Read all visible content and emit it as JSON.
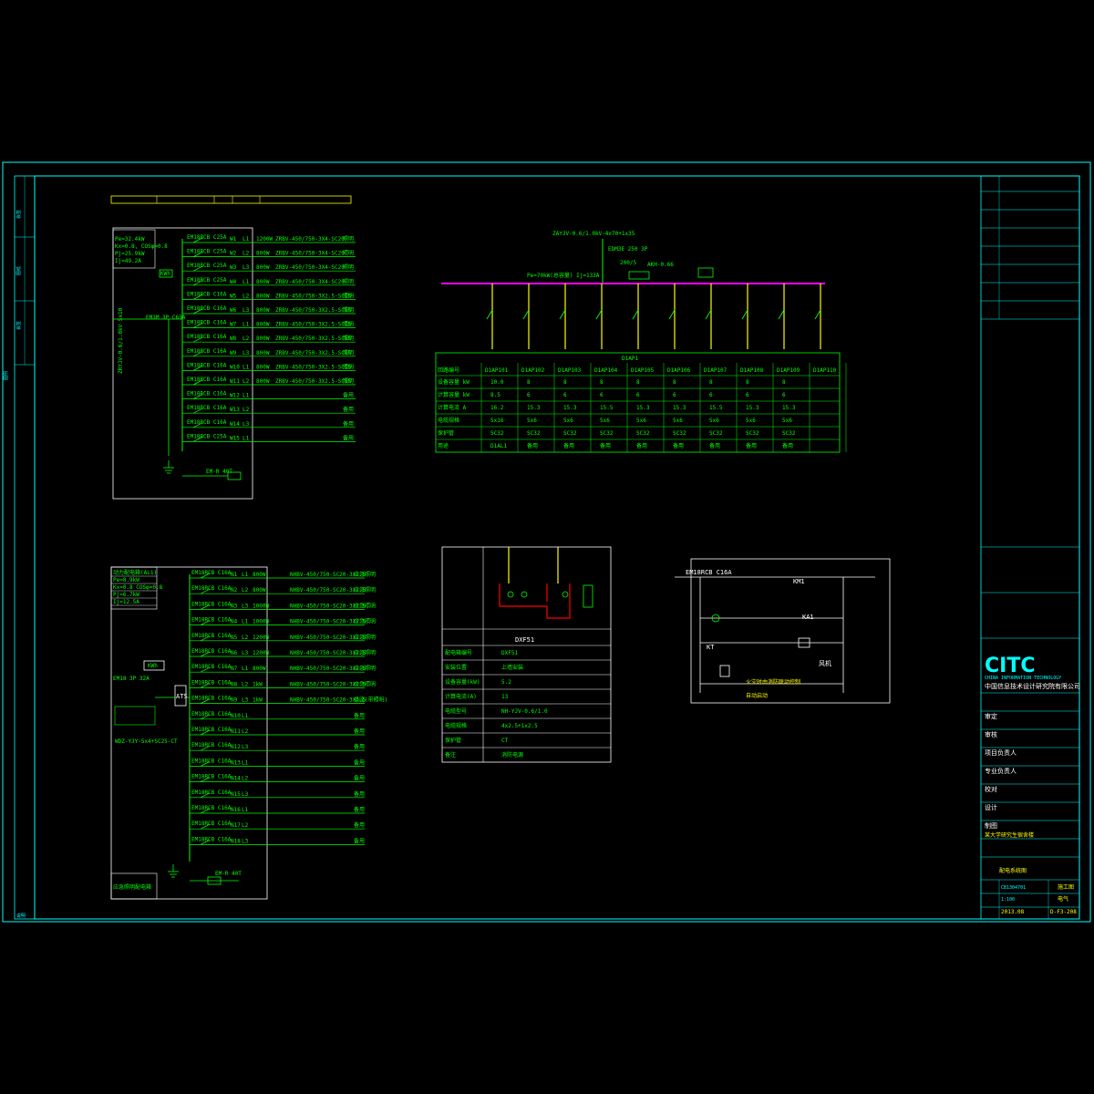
{
  "colors": {
    "background": "#000000",
    "frame": "#00ffff",
    "wire": "#00ff00",
    "text": "#00ff00",
    "busbar": "#ff00ff",
    "feeder": "#ffff00",
    "highlight": "#ff0000"
  },
  "panel_al": {
    "fields": [
      "Pe=32.4kW",
      "Kx=0.8, COSφ=0.8",
      "Pj=25.9kW",
      "Ij=49.2A"
    ],
    "meter": "KWh",
    "main_breaker": "EM3M 3P C63A",
    "incoming_cable": "ZRYJV-0.6/1.0kV 5x10",
    "circuits": [
      {
        "breaker": "EM18RCB C25A",
        "no": "W1",
        "phase": "L1",
        "power": "1200W",
        "cable": "ZRBV-450/750-3X4-SC20",
        "use": "照明"
      },
      {
        "breaker": "EM18RCB C25A",
        "no": "W2",
        "phase": "L2",
        "power": "800W",
        "cable": "ZRBV-450/750-3X4-SC20",
        "use": "照明"
      },
      {
        "breaker": "EM18RCB C25A",
        "no": "W3",
        "phase": "L3",
        "power": "800W",
        "cable": "ZRBV-450/750-3X4-SC20",
        "use": "照明"
      },
      {
        "breaker": "EM18RCB C25A",
        "no": "W4",
        "phase": "L1",
        "power": "800W",
        "cable": "ZRBV-450/750-3X4-SC20",
        "use": "照明"
      },
      {
        "breaker": "EM18RCB C16A",
        "no": "W5",
        "phase": "L2",
        "power": "800W",
        "cable": "ZRBV-450/750-3X2.5-SC15",
        "use": "照明"
      },
      {
        "breaker": "EM18RCB C16A",
        "no": "W6",
        "phase": "L3",
        "power": "800W",
        "cable": "ZRBV-450/750-3X2.5-SC15",
        "use": "照明"
      },
      {
        "breaker": "EM18RCB C16A",
        "no": "W7",
        "phase": "L1",
        "power": "800W",
        "cable": "ZRBV-450/750-3X2.5-SC15",
        "use": "照明"
      },
      {
        "breaker": "EM18RCB C16A",
        "no": "W8",
        "phase": "L2",
        "power": "800W",
        "cable": "ZRBV-450/750-3X2.5-SC15",
        "use": "照明"
      },
      {
        "breaker": "EM18RCB C16A",
        "no": "W9",
        "phase": "L3",
        "power": "800W",
        "cable": "ZRBV-450/750-3X2.5-SC15",
        "use": "照明"
      },
      {
        "breaker": "EM18RCB C16A",
        "no": "W10",
        "phase": "L1",
        "power": "800W",
        "cable": "ZRBV-450/750-3X2.5-SC15",
        "use": "照明"
      },
      {
        "breaker": "EM18RCB C16A",
        "no": "W11",
        "phase": "L2",
        "power": "800W",
        "cable": "ZRBV-450/750-3X2.5-SC15",
        "use": "照明"
      },
      {
        "breaker": "EM18RCB C16A",
        "no": "W12",
        "phase": "L1",
        "power": "",
        "cable": "",
        "use": "备用"
      },
      {
        "breaker": "EM18RCB C16A",
        "no": "W13",
        "phase": "L2",
        "power": "",
        "cable": "",
        "use": "备用"
      },
      {
        "breaker": "EM18RCB C16A",
        "no": "W14",
        "phase": "L3",
        "power": "",
        "cable": "",
        "use": "备用"
      },
      {
        "breaker": "EM18RCB C25A",
        "no": "W15",
        "phase": "L1",
        "power": "",
        "cable": "",
        "use": "备用"
      }
    ],
    "spd": "EM-R 40T"
  },
  "panel_alt": {
    "fields": [
      "动力配电箱(AL1)",
      "Pe=8.9kW",
      "Kx=0.8 COSφ=0.8",
      "Pj=6.7kW",
      "Ij=12.5A"
    ],
    "meter": "KWh",
    "main_breaker": "EM18 3P 32A",
    "ats": "ATS",
    "incoming_cable": "WDZ-YJY-5x4+SC25-CT",
    "circuits": [
      {
        "breaker": "EM18RCB C16A",
        "no": "N1",
        "phase": "L1",
        "power": "800W",
        "cable": "NHBV-450/750-SC20-3X2.5",
        "use": "应急照明"
      },
      {
        "breaker": "EM18RCB C16A",
        "no": "N2",
        "phase": "L2",
        "power": "800W",
        "cable": "NHBV-450/750-SC20-3X2.5",
        "use": "应急照明"
      },
      {
        "breaker": "EM18RCB C16A",
        "no": "N3",
        "phase": "L3",
        "power": "1000W",
        "cable": "NHBV-450/750-SC20-3X2.5",
        "use": "应急照明"
      },
      {
        "breaker": "EM18RCB C16A",
        "no": "N4",
        "phase": "L1",
        "power": "1000W",
        "cable": "NHBV-450/750-SC20-3X2.5",
        "use": "应急照明"
      },
      {
        "breaker": "EM18RCB C16A",
        "no": "N5",
        "phase": "L2",
        "power": "1200W",
        "cable": "NHBV-450/750-SC20-3X2.5",
        "use": "应急照明"
      },
      {
        "breaker": "EM18RCB C16A",
        "no": "N6",
        "phase": "L3",
        "power": "1200W",
        "cable": "NHBV-450/750-SC20-3X2.5",
        "use": "应急照明"
      },
      {
        "breaker": "EM18RCB C16A",
        "no": "N7",
        "phase": "L1",
        "power": "800W",
        "cable": "NHBV-450/750-SC20-3X2.5",
        "use": "应急照明"
      },
      {
        "breaker": "EM18RCB C16A",
        "no": "N8",
        "phase": "L2",
        "power": "1kW",
        "cable": "NHBV-450/750-SC20-3X2.5",
        "use": "应急照明"
      },
      {
        "breaker": "EM18RCB C16A",
        "no": "N9",
        "phase": "L3",
        "power": "1kW",
        "cable": "NHBV-450/750-SC20-3X2.5",
        "use": "插座(带照明)"
      },
      {
        "breaker": "EM18RCB C16A",
        "no": "N10",
        "phase": "L1",
        "power": "",
        "cable": "",
        "use": "备用"
      },
      {
        "breaker": "EM18RCB C16A",
        "no": "N11",
        "phase": "L2",
        "power": "",
        "cable": "",
        "use": "备用"
      },
      {
        "breaker": "EM18RCB C16A",
        "no": "N12",
        "phase": "L3",
        "power": "",
        "cable": "",
        "use": "备用"
      },
      {
        "breaker": "EM18RCB C16A",
        "no": "N13",
        "phase": "L1",
        "power": "",
        "cable": "",
        "use": "备用"
      },
      {
        "breaker": "EM18RCB C16A",
        "no": "N14",
        "phase": "L2",
        "power": "",
        "cable": "",
        "use": "备用"
      },
      {
        "breaker": "EM18RCB C16A",
        "no": "N15",
        "phase": "L3",
        "power": "",
        "cable": "",
        "use": "备用"
      },
      {
        "breaker": "EM18RCB C16A",
        "no": "N16",
        "phase": "L1",
        "power": "",
        "cable": "",
        "use": "备用"
      },
      {
        "breaker": "EM18RCB C16A",
        "no": "N17",
        "phase": "L2",
        "power": "",
        "cable": "",
        "use": "备用"
      },
      {
        "breaker": "EM18RCB C16A",
        "no": "N18",
        "phase": "L3",
        "power": "",
        "cable": "",
        "use": "备用"
      }
    ],
    "spd": "EM-R 40T",
    "note": "应急照明配电箱"
  },
  "main_panel": {
    "incoming_cable": "ZAYJV-0.6/1.0kV-4x70+1x35",
    "main_breaker": "EDM3E 250 3P",
    "ct": "200/5",
    "meter": "AKH-0.66",
    "load_text": "Pe=70kW(总容量) Ij=133A",
    "name": "D1AP1",
    "table": {
      "headers": [
        "回路编号",
        "D1AP101",
        "D1AP102",
        "D1AP103",
        "D1AP104",
        "D1AP105",
        "D1AP106",
        "D1AP107",
        "D1AP108",
        "D1AP109",
        "D1AP110"
      ],
      "rows": [
        {
          "label": "设备容量 kW",
          "values": [
            "10.0",
            "8",
            "8",
            "8",
            "8",
            "8",
            "8",
            "8",
            "8",
            ""
          ]
        },
        {
          "label": "计算容量 kW",
          "values": [
            "8.5",
            "6",
            "6",
            "6",
            "6",
            "6",
            "6",
            "6",
            "6",
            ""
          ]
        },
        {
          "label": "计算电流 A",
          "values": [
            "16.2",
            "15.3",
            "15.3",
            "15.5",
            "15.3",
            "15.3",
            "15.5",
            "15.3",
            "15.3",
            ""
          ]
        },
        {
          "label": "电缆规格",
          "values": [
            "5x16",
            "5x6",
            "5x6",
            "5x6",
            "5x6",
            "5x6",
            "5x6",
            "5x6",
            "5x6",
            ""
          ]
        },
        {
          "label": "保护管",
          "values": [
            "SC32",
            "SC32",
            "SC32",
            "SC32",
            "SC32",
            "SC32",
            "SC32",
            "SC32",
            "SC32",
            ""
          ]
        },
        {
          "label": "用途",
          "values": [
            "D1AL1",
            "备用",
            "备用",
            "备用",
            "备用",
            "备用",
            "备用",
            "备用",
            "备用",
            ""
          ]
        }
      ]
    }
  },
  "small_panel": {
    "name": "DXF51",
    "rows": [
      [
        "配电箱编号",
        "DXF51"
      ],
      [
        "安装位置",
        "上墙安装"
      ],
      [
        "设备容量(kW)",
        "5.2"
      ],
      [
        "计算电流(A)",
        "13"
      ],
      [
        "电缆型号",
        "NH-YJV-0.6/1.0"
      ],
      [
        "电缆规格",
        "4x2.5+1x2.5"
      ],
      [
        "保护管",
        "CT"
      ],
      [
        "备注",
        "消防电源"
      ]
    ]
  },
  "control": {
    "breaker": "EM18RCB C16A",
    "contactors": [
      "KM1",
      "KA1",
      "KT"
    ],
    "fan": "风机",
    "notes": [
      "火灾时由消防联动控制",
      "自动启动"
    ]
  },
  "title_block": {
    "company_logo": "CITC",
    "company_sub": "CHINA INFORMATION TECHNOLOGY",
    "company_cn": "中国信息技术设计研究院有限公司",
    "project": "某大学研究生宿舍楼",
    "drawing_title": "配电系统图",
    "drawing_no": "D-F3-208",
    "scale": "1:100",
    "date": "2013.08",
    "stage": "施工图",
    "discipline": "电气",
    "job_no": "CB1304701",
    "roles": [
      "审定",
      "审核",
      "项目负责人",
      "专业负责人",
      "校对",
      "设计",
      "制图"
    ]
  },
  "left_strip": [
    "会签",
    "图纸",
    "会签",
    "图例",
    "说明"
  ]
}
